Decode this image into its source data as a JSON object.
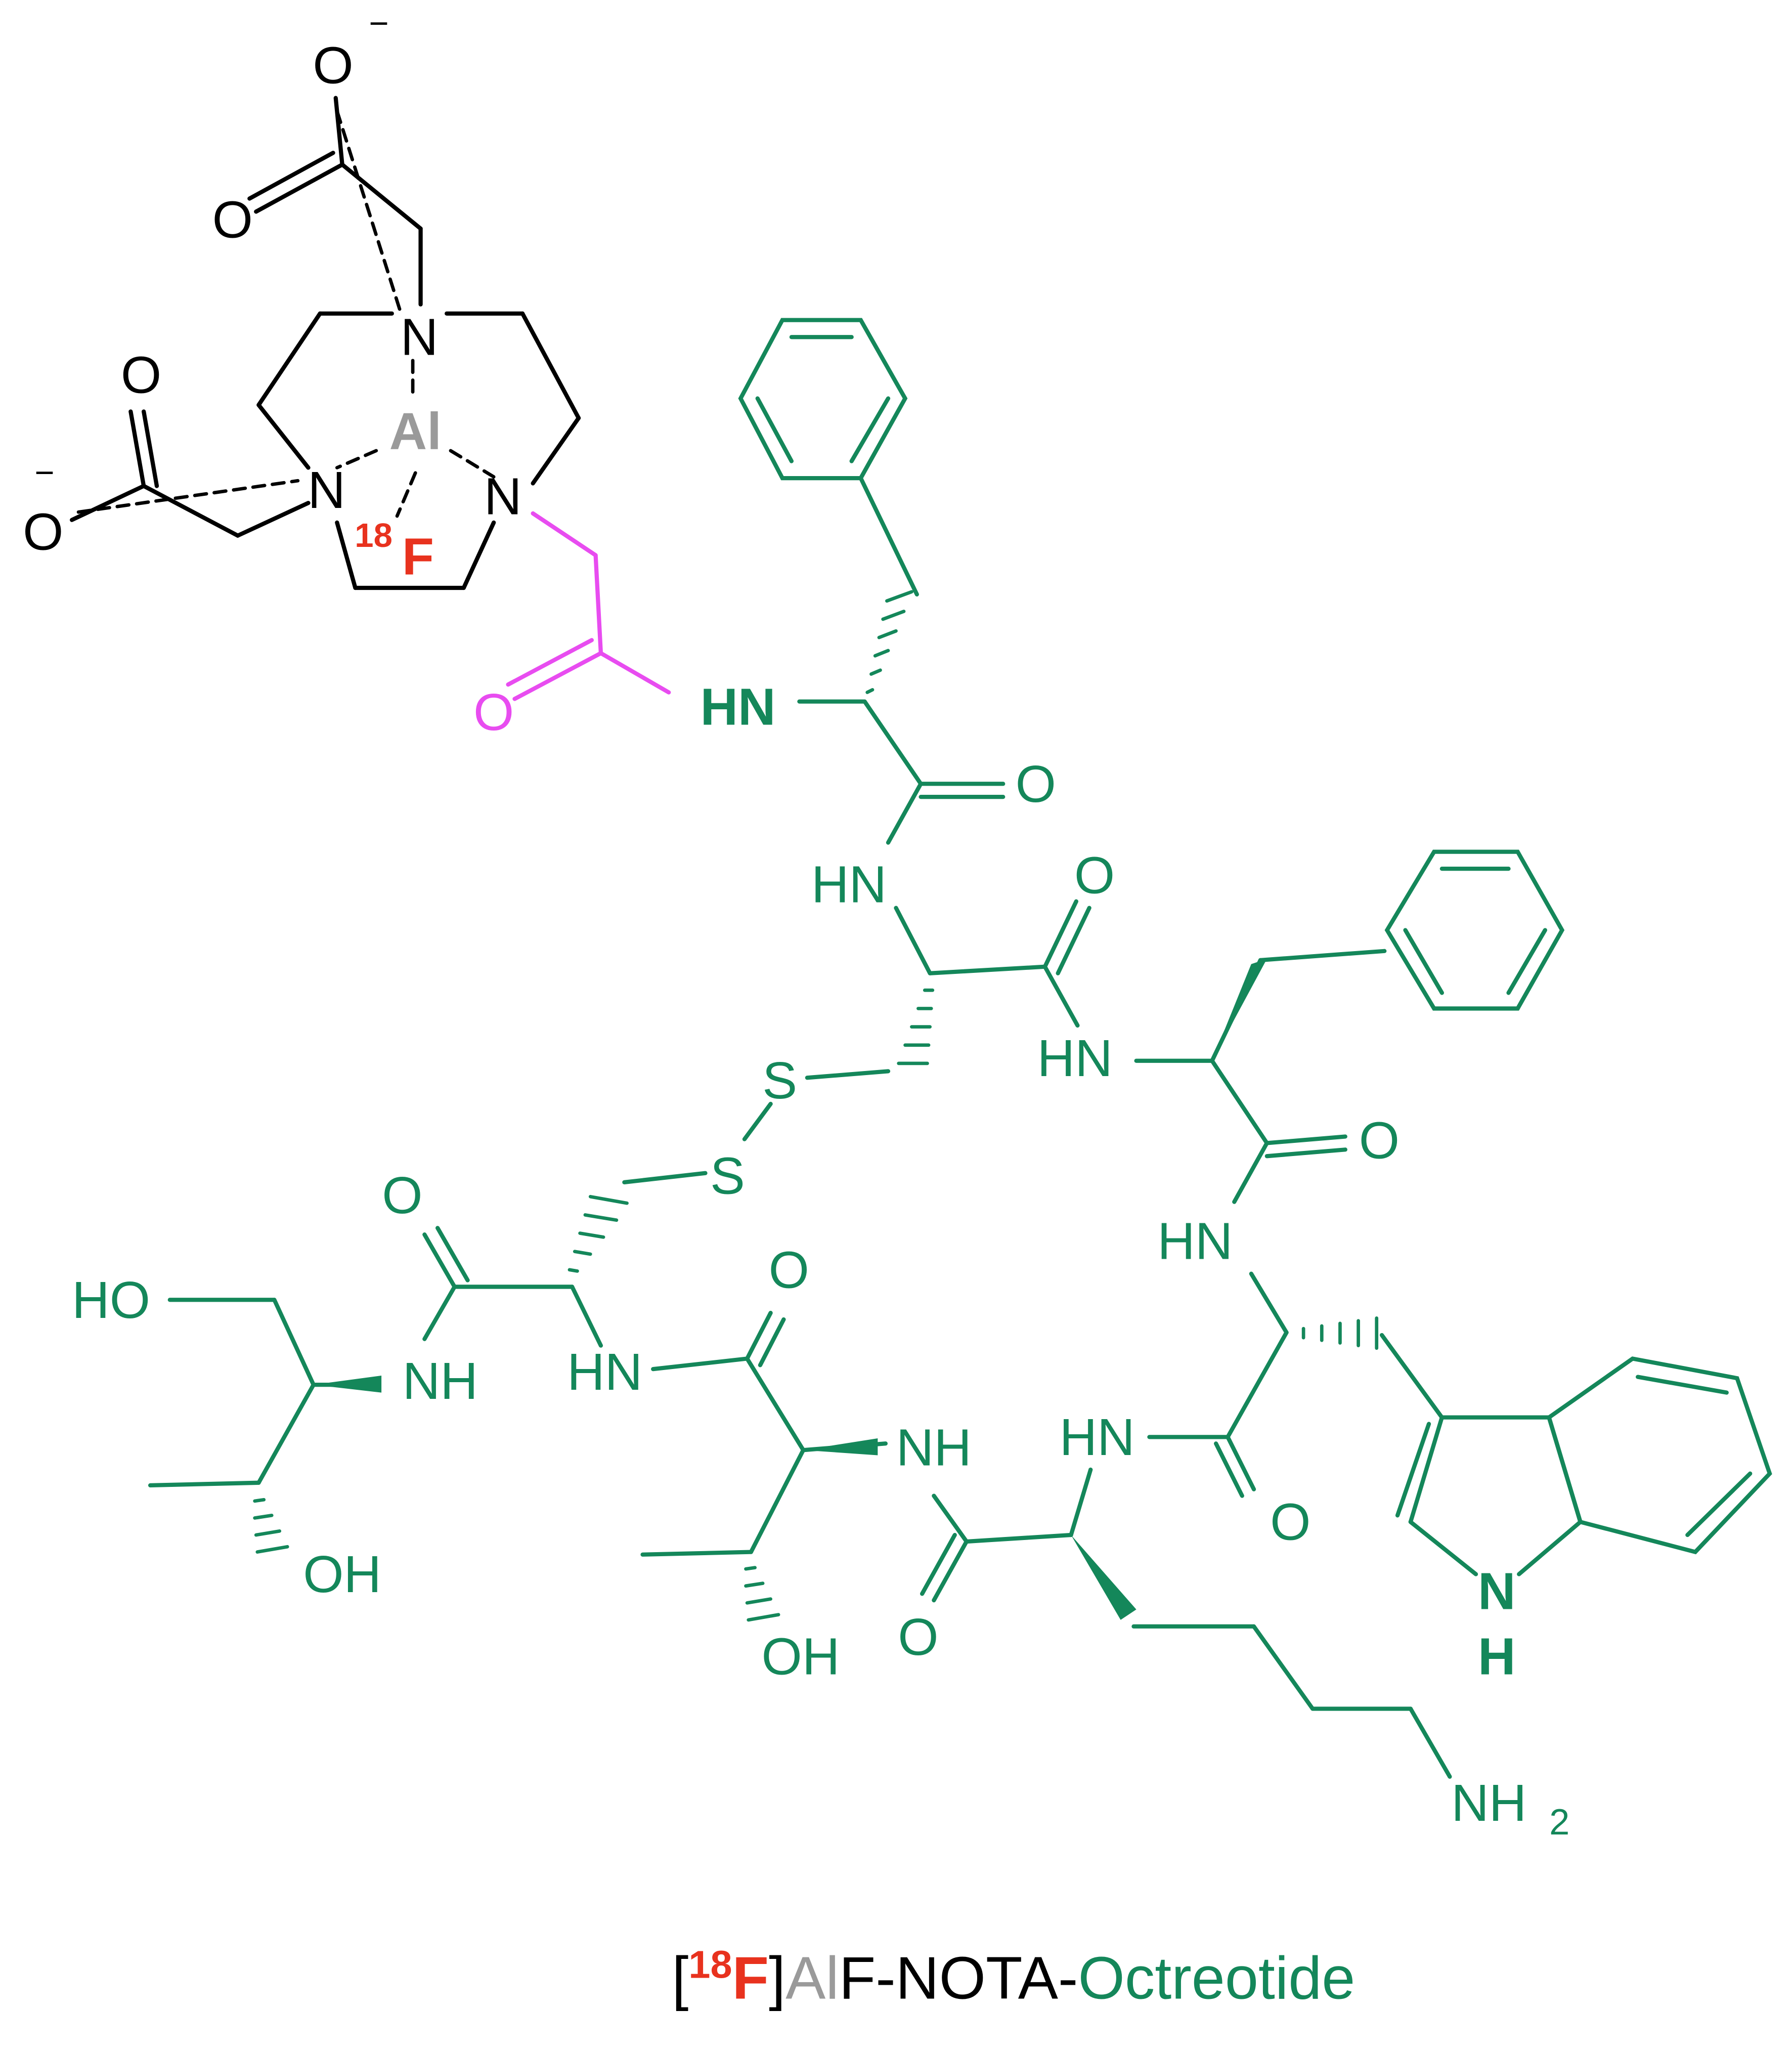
{
  "colors": {
    "chelator": "#000000",
    "peptide": "#14875A",
    "linker": "#E84CF0",
    "fluorine": "#E8321E",
    "aluminium": "#9A9A9A"
  },
  "labels": {
    "o_minus_top": "O",
    "minus": "−",
    "o_carbonyl_top": "O",
    "n_top": "N",
    "al": "Al",
    "o_carbonyl_left": "O",
    "o_minus_left": "O",
    "n_left": "N",
    "n_right": "N",
    "f_mass": "18",
    "f_symbol": "F",
    "o_linker": "O",
    "hn1": "HN",
    "o_phe1": "O",
    "hn2": "HN",
    "o_cys1": "O",
    "hn3": "HN",
    "s1": "S",
    "s2": "S",
    "o_phe2": "O",
    "hn4": "HN",
    "o_cys2": "O",
    "ho_end": "HO",
    "nh_end": "NH",
    "oh_end": "OH",
    "hn5": "HN",
    "o_thr": "O",
    "nh_thr": "NH",
    "oh_thr": "OH",
    "hn6": "HN",
    "o_lys": "O",
    "o_trp": "O",
    "n_indole": "N",
    "h_indole": "H",
    "nh2": "NH",
    "nh2_sub": "2"
  },
  "caption": {
    "open": "[",
    "mass": "18",
    "f": "F",
    "close": "]",
    "al": "Al",
    "rest": "F-NOTA-",
    "peptide": "Octreotide"
  }
}
